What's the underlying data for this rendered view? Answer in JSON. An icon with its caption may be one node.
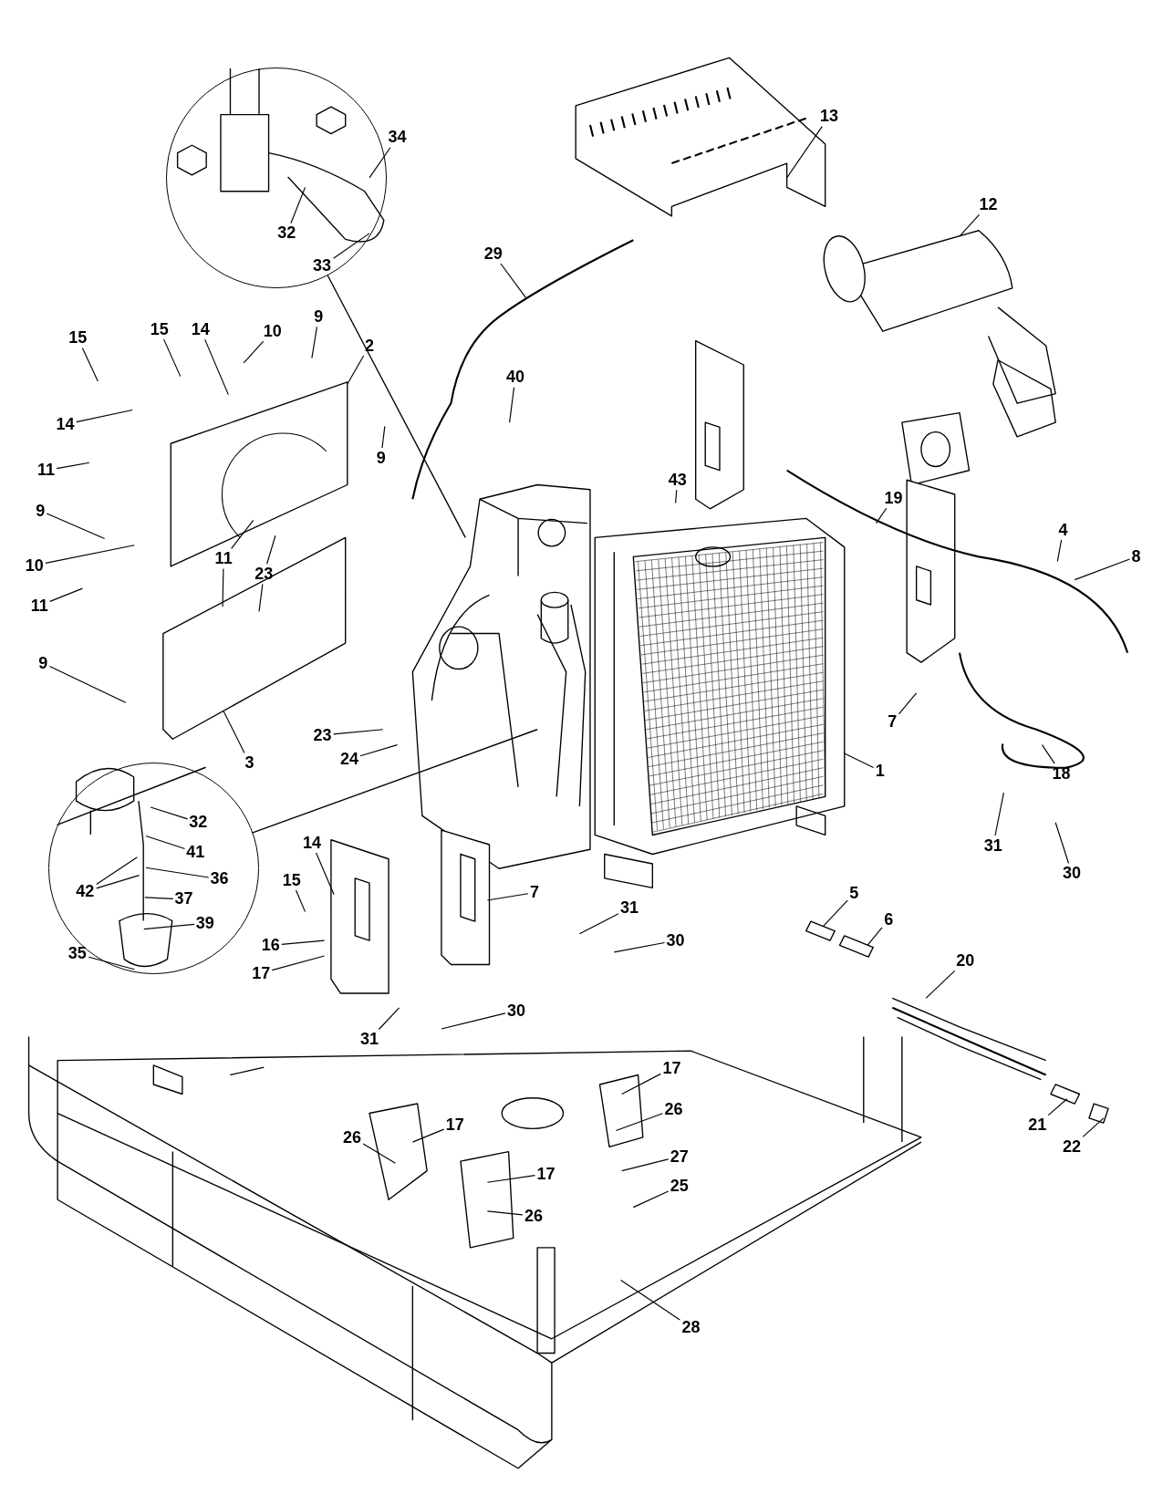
{
  "diagram": {
    "nodes": [
      {
        "text": [],
        "shape": "circle"
      },
      {
        "text": [
          "34"
        ]
      },
      {
        "text": [
          "32"
        ],
        "in": 0
      },
      {
        "text": [
          "33"
        ],
        "in": 0
      },
      {
        "text": [
          "13"
        ]
      },
      {
        "text": [
          "12"
        ]
      },
      {
        "text": [
          "29"
        ]
      },
      {
        "text": [
          "9"
        ]
      },
      {
        "text": [
          "15"
        ]
      },
      {
        "text": [
          "14"
        ]
      },
      {
        "text": [
          "10"
        ]
      },
      {
        "text": [
          "2"
        ]
      },
      {
        "text": [
          "15"
        ]
      },
      {
        "text": [
          "14"
        ]
      },
      {
        "text": [
          "9"
        ]
      },
      {
        "text": [
          "40"
        ]
      },
      {
        "text": [
          "43"
        ]
      },
      {
        "text": [
          "19"
        ]
      },
      {
        "text": [
          "11"
        ]
      },
      {
        "text": [
          "9"
        ]
      },
      {
        "text": [
          "10"
        ]
      },
      {
        "text": [
          "11"
        ]
      },
      {
        "text": [
          "23"
        ]
      },
      {
        "text": [
          "11"
        ]
      },
      {
        "text": [
          "4"
        ]
      },
      {
        "text": [
          "8"
        ]
      },
      {
        "text": [
          "9"
        ]
      },
      {
        "text": [
          "7"
        ]
      },
      {
        "text": [
          "3"
        ]
      },
      {
        "text": [
          "23"
        ]
      },
      {
        "text": [
          "24"
        ]
      },
      {
        "text": [
          "18"
        ]
      },
      {
        "text": [
          "1"
        ]
      },
      {
        "text": [],
        "shape": "circle"
      },
      {
        "text": [
          "32"
        ],
        "in": 33
      },
      {
        "text": [
          "41"
        ],
        "in": 33
      },
      {
        "text": [
          "42"
        ],
        "in": 33
      },
      {
        "text": [
          "36"
        ],
        "in": 33
      },
      {
        "text": [
          "37"
        ],
        "in": 33
      },
      {
        "text": [
          "39"
        ],
        "in": 33
      },
      {
        "text": [
          "35"
        ],
        "in": 33
      },
      {
        "text": [
          "14"
        ]
      },
      {
        "text": [
          "15"
        ]
      },
      {
        "text": [
          "16"
        ]
      },
      {
        "text": [
          "17"
        ]
      },
      {
        "text": [
          "7"
        ]
      },
      {
        "text": [
          "31"
        ]
      },
      {
        "text": [
          "30"
        ]
      },
      {
        "text": [
          "31"
        ]
      },
      {
        "text": [
          "30"
        ]
      },
      {
        "text": [
          "5"
        ]
      },
      {
        "text": [
          "6"
        ]
      },
      {
        "text": [
          "20"
        ]
      },
      {
        "text": [
          "30"
        ]
      },
      {
        "text": [
          "31"
        ]
      },
      {
        "text": [
          "17"
        ]
      },
      {
        "text": [
          "26"
        ]
      },
      {
        "text": [
          "17"
        ]
      },
      {
        "text": [
          "26"
        ]
      },
      {
        "text": [
          "17"
        ]
      },
      {
        "text": [
          "26"
        ]
      },
      {
        "text": [
          "27"
        ]
      },
      {
        "text": [
          "25"
        ]
      },
      {
        "text": [
          "21"
        ]
      },
      {
        "text": [
          "22"
        ]
      },
      {
        "text": [
          "28"
        ]
      },
      {
        "text": [],
        "shape": "picture"
      },
      {
        "text": [],
        "shape": "picture"
      },
      {
        "text": [],
        "shape": "picture"
      },
      {
        "text": [],
        "shape": "picture"
      },
      {
        "text": [],
        "shape": "picture"
      }
    ],
    "edges": [
      {
        "from": 1,
        "to": 0,
        "arrow": "none"
      },
      {
        "from": 2,
        "to": null,
        "arrow": "none"
      },
      {
        "from": 3,
        "to": null,
        "arrow": "none"
      },
      {
        "from": 4,
        "to": null,
        "arrow": "none"
      },
      {
        "from": 5,
        "to": 70,
        "arrow": "none"
      },
      {
        "from": 6,
        "to": null,
        "arrow": "none"
      },
      {
        "from": 7,
        "to": null,
        "arrow": "none"
      },
      {
        "from": 8,
        "to": null,
        "arrow": "none"
      },
      {
        "from": 9,
        "to": null,
        "arrow": "none"
      },
      {
        "from": 10,
        "to": null,
        "arrow": "none"
      },
      {
        "from": 11,
        "to": 66,
        "arrow": "none"
      },
      {
        "from": 12,
        "to": null,
        "arrow": "none"
      },
      {
        "from": 13,
        "to": null,
        "arrow": "none"
      },
      {
        "from": 14,
        "to": null,
        "arrow": "none"
      },
      {
        "from": 15,
        "to": null,
        "arrow": "none"
      },
      {
        "from": 16,
        "to": null,
        "arrow": "none"
      },
      {
        "from": 17,
        "to": null,
        "arrow": "none"
      },
      {
        "from": 18,
        "to": null,
        "arrow": "none"
      },
      {
        "from": 19,
        "to": null,
        "arrow": "none"
      },
      {
        "from": 20,
        "to": null,
        "arrow": "none"
      },
      {
        "from": 21,
        "to": 66,
        "arrow": "none"
      },
      {
        "from": 21,
        "to": 67,
        "arrow": "none"
      },
      {
        "from": 22,
        "to": null,
        "arrow": "none"
      },
      {
        "from": 22,
        "to": 67,
        "arrow": "none"
      },
      {
        "from": 23,
        "to": null,
        "arrow": "none"
      },
      {
        "from": 24,
        "to": null,
        "arrow": "none"
      },
      {
        "from": 25,
        "to": null,
        "arrow": "none"
      },
      {
        "from": 26,
        "to": null,
        "arrow": "none"
      },
      {
        "from": 27,
        "to": null,
        "arrow": "none"
      },
      {
        "from": 28,
        "to": 67,
        "arrow": "none"
      },
      {
        "from": 29,
        "to": null,
        "arrow": "none"
      },
      {
        "from": 30,
        "to": null,
        "arrow": "none"
      },
      {
        "from": 31,
        "to": null,
        "arrow": "none"
      },
      {
        "from": 32,
        "to": 69,
        "arrow": "none"
      },
      {
        "from": 34,
        "to": null,
        "arrow": "none"
      },
      {
        "from": 35,
        "to": null,
        "arrow": "none"
      },
      {
        "from": 36,
        "to": null,
        "arrow": "none"
      },
      {
        "from": 36,
        "to": null,
        "arrow": "none"
      },
      {
        "from": 37,
        "to": null,
        "arrow": "none"
      },
      {
        "from": 38,
        "to": null,
        "arrow": "none"
      },
      {
        "from": 39,
        "to": null,
        "arrow": "none"
      },
      {
        "from": 40,
        "to": null,
        "arrow": "none"
      },
      {
        "from": 41,
        "to": null,
        "arrow": "none"
      },
      {
        "from": 42,
        "to": null,
        "arrow": "none"
      },
      {
        "from": 43,
        "to": null,
        "arrow": "none"
      },
      {
        "from": 44,
        "to": null,
        "arrow": "none"
      },
      {
        "from": 45,
        "to": null,
        "arrow": "none"
      },
      {
        "from": 46,
        "to": null,
        "arrow": "none"
      },
      {
        "from": 47,
        "to": null,
        "arrow": "none"
      },
      {
        "from": 48,
        "to": null,
        "arrow": "none"
      },
      {
        "from": 49,
        "to": null,
        "arrow": "none"
      },
      {
        "from": 50,
        "to": null,
        "arrow": "none"
      },
      {
        "from": 51,
        "to": null,
        "arrow": "none"
      },
      {
        "from": 52,
        "to": null,
        "arrow": "none"
      },
      {
        "from": 53,
        "to": null,
        "arrow": "none"
      },
      {
        "from": 54,
        "to": null,
        "arrow": "none"
      },
      {
        "from": 55,
        "to": null,
        "arrow": "none"
      },
      {
        "from": 56,
        "to": null,
        "arrow": "none"
      },
      {
        "from": 57,
        "to": null,
        "arrow": "none"
      },
      {
        "from": 58,
        "to": null,
        "arrow": "none"
      },
      {
        "from": 59,
        "to": null,
        "arrow": "none"
      },
      {
        "from": 60,
        "to": null,
        "arrow": "none"
      },
      {
        "from": 61,
        "to": null,
        "arrow": "none"
      },
      {
        "from": 62,
        "to": null,
        "arrow": "none"
      },
      {
        "from": 63,
        "to": null,
        "arrow": "none"
      },
      {
        "from": 64,
        "to": null,
        "arrow": "none"
      },
      {
        "from": 65,
        "to": null,
        "arrow": "none"
      },
      {
        "from": 0,
        "to": 68,
        "arrow": "none"
      },
      {
        "from": 33,
        "to": 68,
        "arrow": "none"
      }
    ]
  }
}
